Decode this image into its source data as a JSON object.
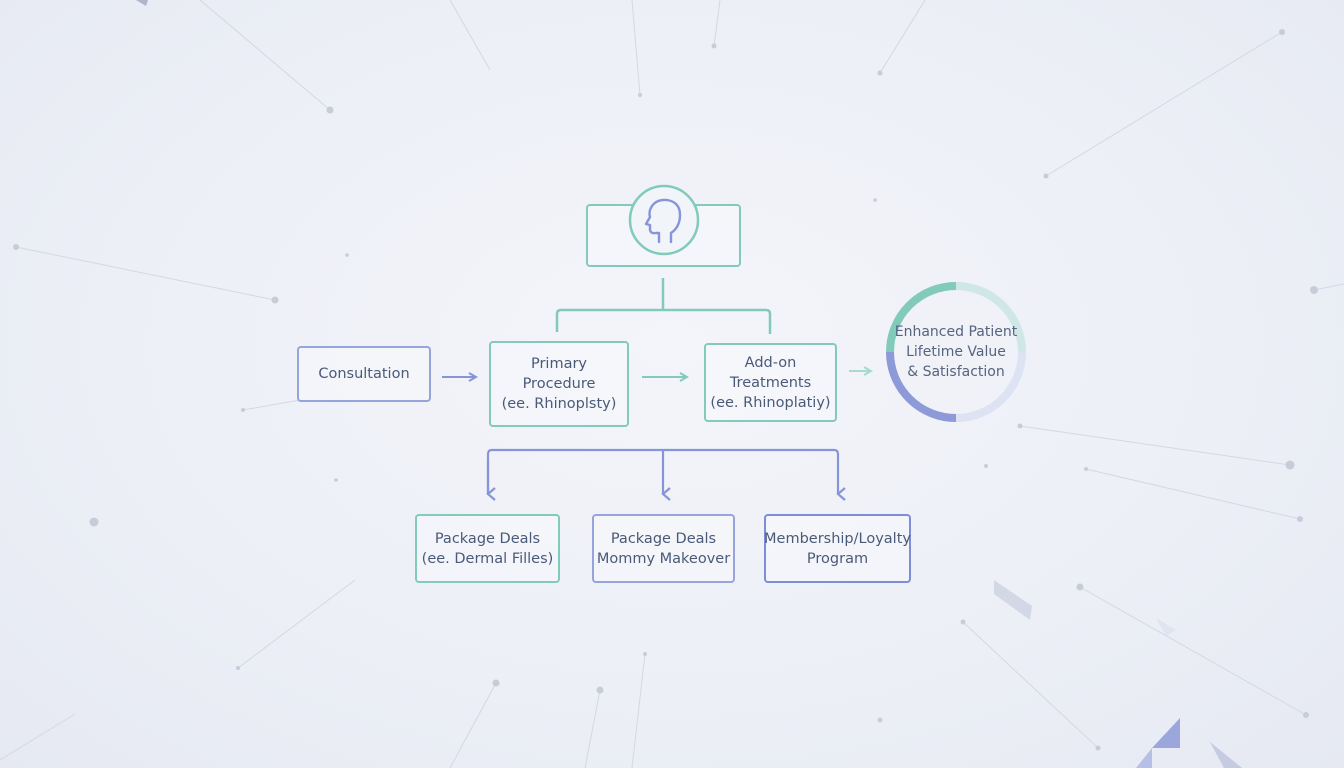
{
  "diagram": {
    "root": {
      "icon": "head-profile-icon"
    },
    "nodes": {
      "consultation": "Consultation",
      "primary_procedure": "Primary\nProcedure\n(ee. Rhinoplsty)",
      "addon_treatments": "Add-on\nTreatments\n(ee. Rhinoplatiy)",
      "package_deals_fillers": "Package Deals\n(ee. Dermal Filles)",
      "package_deals_makeover": "Package Deals\nMommy Makeover",
      "membership_loyalty": "Membership/Loyalty\nProgram"
    },
    "outcome": "Enhanced Patient\nLifetime Value\n& Satisfaction",
    "colors": {
      "teal": "#82cbbb",
      "blue": "#97a4dc",
      "blue_dark": "#7e8ed6",
      "text": "#4a5a78",
      "ring_light": "#cfe8e6"
    }
  }
}
